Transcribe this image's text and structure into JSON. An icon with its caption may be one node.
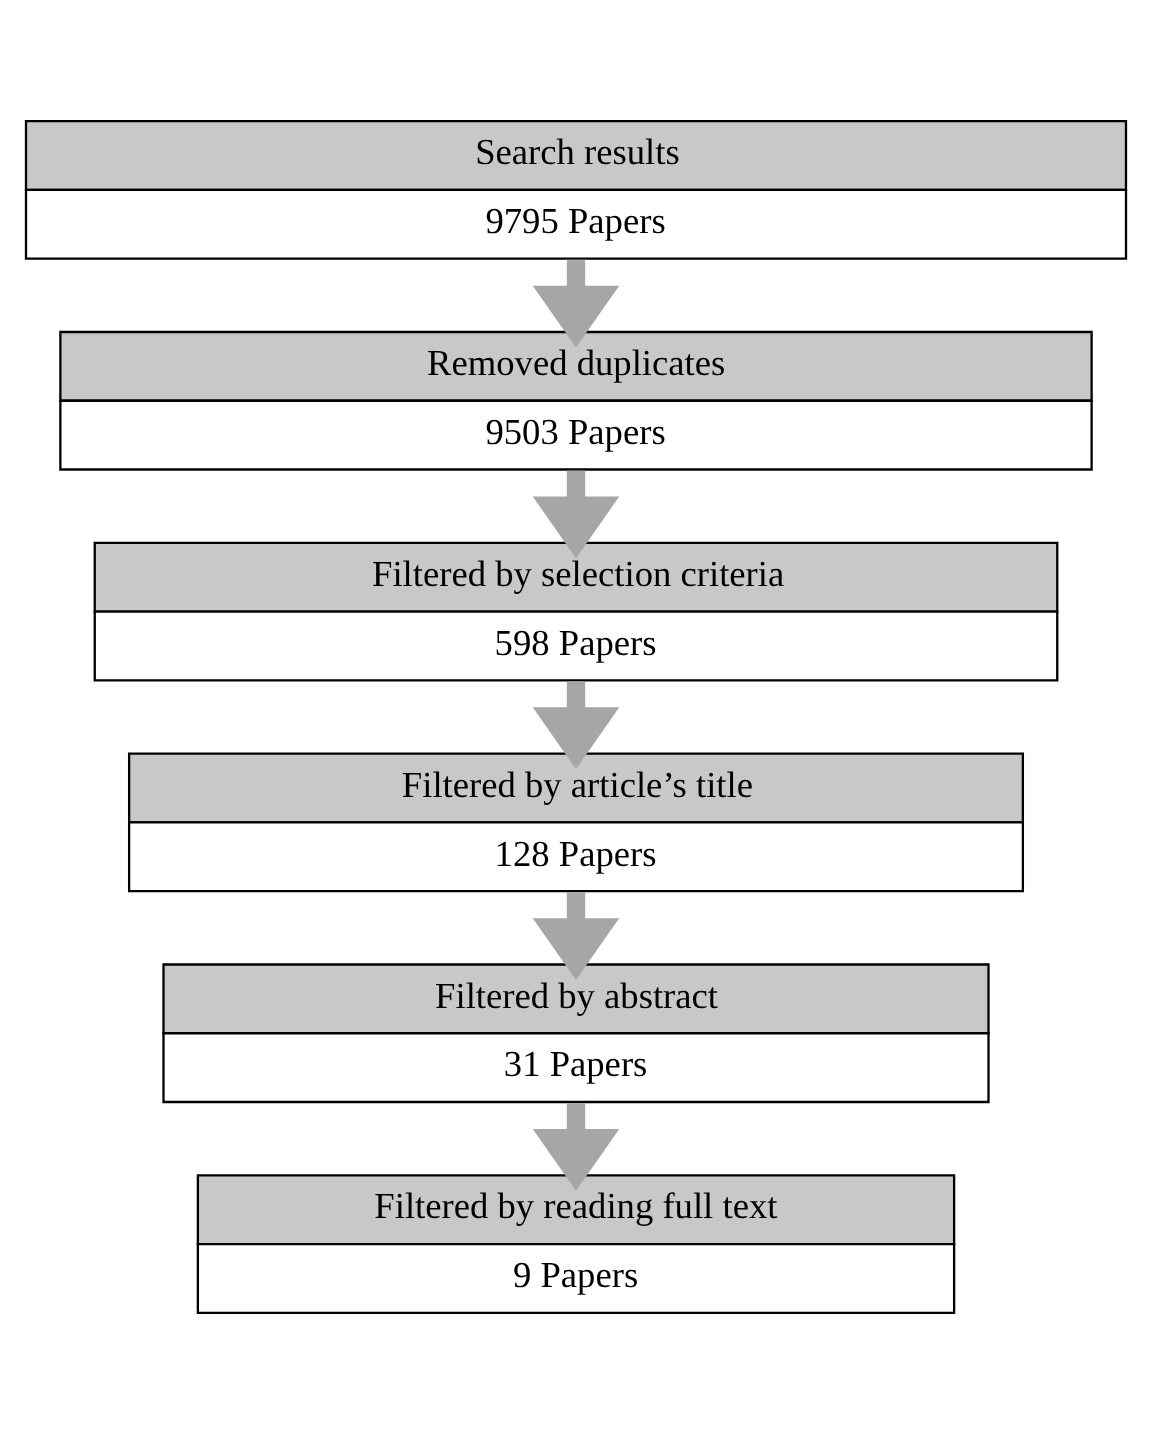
{
  "diagram": {
    "nodes": [
      {
        "text": [
          "Search results",
          "9795 Papers"
        ]
      },
      {
        "text": [
          "Removed duplicates",
          "9503 Papers"
        ]
      },
      {
        "text": [
          "Filtered by selection criteria",
          "598 Papers"
        ]
      },
      {
        "text": [
          "Filtered by article’s title",
          "128 Papers"
        ]
      },
      {
        "text": [
          "Filtered by abstract",
          "31 Papers"
        ]
      },
      {
        "text": [
          "Filtered by reading full text",
          "9 Papers"
        ]
      }
    ],
    "edges": [
      {
        "from": 0,
        "to": 1,
        "arrow": "to"
      },
      {
        "from": 1,
        "to": 2,
        "arrow": "to"
      },
      {
        "from": 2,
        "to": 3,
        "arrow": "to"
      },
      {
        "from": 3,
        "to": 4,
        "arrow": "to"
      },
      {
        "from": 4,
        "to": 5,
        "arrow": "to"
      }
    ]
  }
}
